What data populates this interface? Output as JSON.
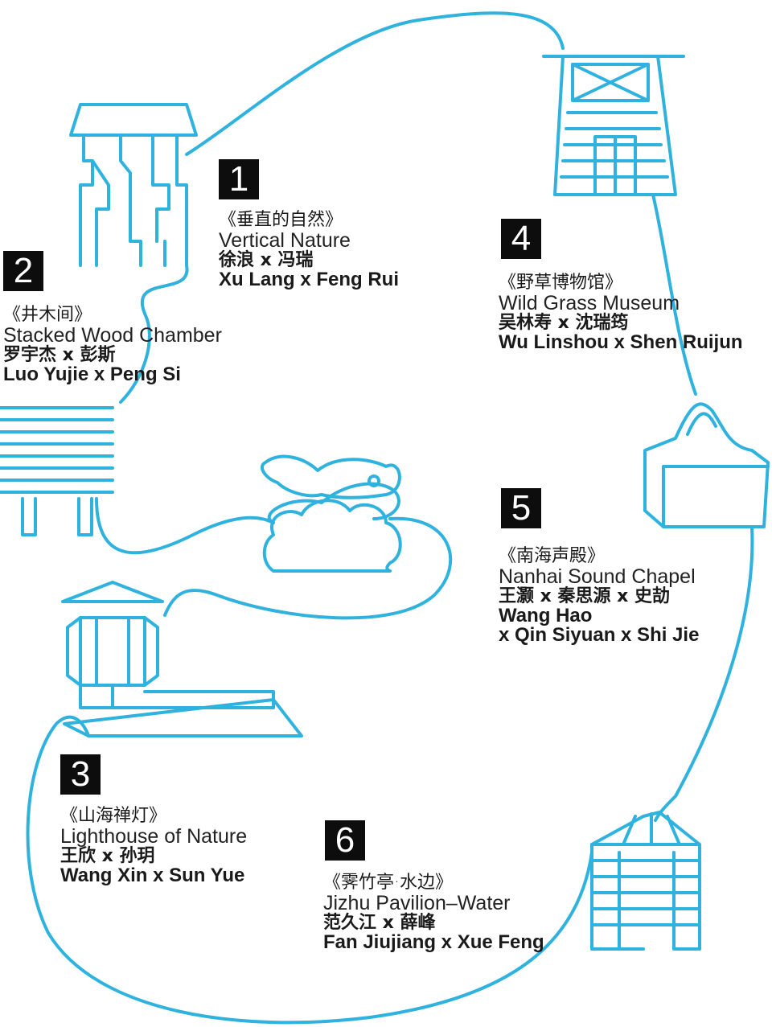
{
  "accent_color": "#2fb3de",
  "stops": [
    {
      "number": "1",
      "title_zh": "《垂直的自然》",
      "title_en": "Vertical Nature",
      "artists_zh": "徐浪 x 冯瑞",
      "artists_en": [
        "Xu Lang x Feng Rui"
      ]
    },
    {
      "number": "2",
      "title_zh": "《井木间》",
      "title_en": "Stacked Wood Chamber",
      "artists_zh": "罗宇杰 x 彭斯",
      "artists_en": [
        "Luo Yujie x Peng Si"
      ]
    },
    {
      "number": "3",
      "title_zh": "《山海禅灯》",
      "title_en": "Lighthouse of Nature",
      "artists_zh": "王欣 x 孙玥",
      "artists_en": [
        "Wang Xin x Sun Yue"
      ]
    },
    {
      "number": "4",
      "title_zh": "《野草博物馆》",
      "title_en": "Wild Grass Museum",
      "artists_zh": "吴林寿 x 沈瑞筠",
      "artists_en": [
        "Wu Linshou x Shen Ruijun"
      ]
    },
    {
      "number": "5",
      "title_zh": "《南海声殿》",
      "title_en": "Nanhai Sound Chapel",
      "artists_zh": "王灏 x 秦思源 x 史劼",
      "artists_en": [
        "Wang Hao",
        "x Qin Siyuan x Shi Jie"
      ]
    },
    {
      "number": "6",
      "title_zh": "《霁竹亭·水边》",
      "title_en": "Jizhu Pavilion–Water",
      "artists_zh": "范久江 x 薛峰",
      "artists_en": [
        "Fan Jiujiang x Xue Feng"
      ]
    }
  ]
}
